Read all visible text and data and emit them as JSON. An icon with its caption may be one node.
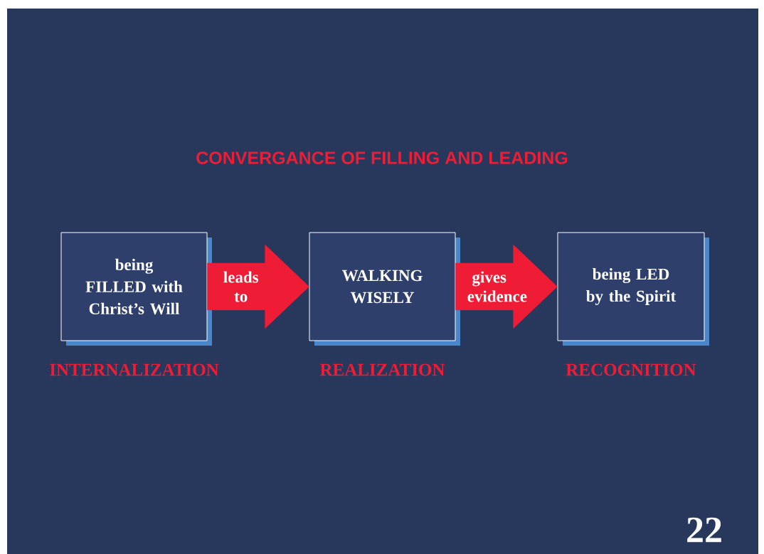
{
  "diagram": {
    "title": "CONVERGANCE OF FILLING AND LEADING",
    "nodes": [
      {
        "text": [
          "being FILLED with Christ’s Will"
        ],
        "beside": [
          "INTERNALIZATION"
        ]
      },
      {
        "text": [
          "WALKING WISELY"
        ],
        "beside": [
          "REALIZATION"
        ]
      },
      {
        "text": [
          "being LED by the Spirit"
        ],
        "beside": [
          "RECOGNITION"
        ]
      }
    ],
    "edges": [
      {
        "from": 0,
        "to": 1,
        "arrow": "to",
        "label": "leads to"
      },
      {
        "from": 1,
        "to": 2,
        "arrow": "to",
        "label": "gives evidence"
      }
    ],
    "labels": [
      "22"
    ]
  }
}
